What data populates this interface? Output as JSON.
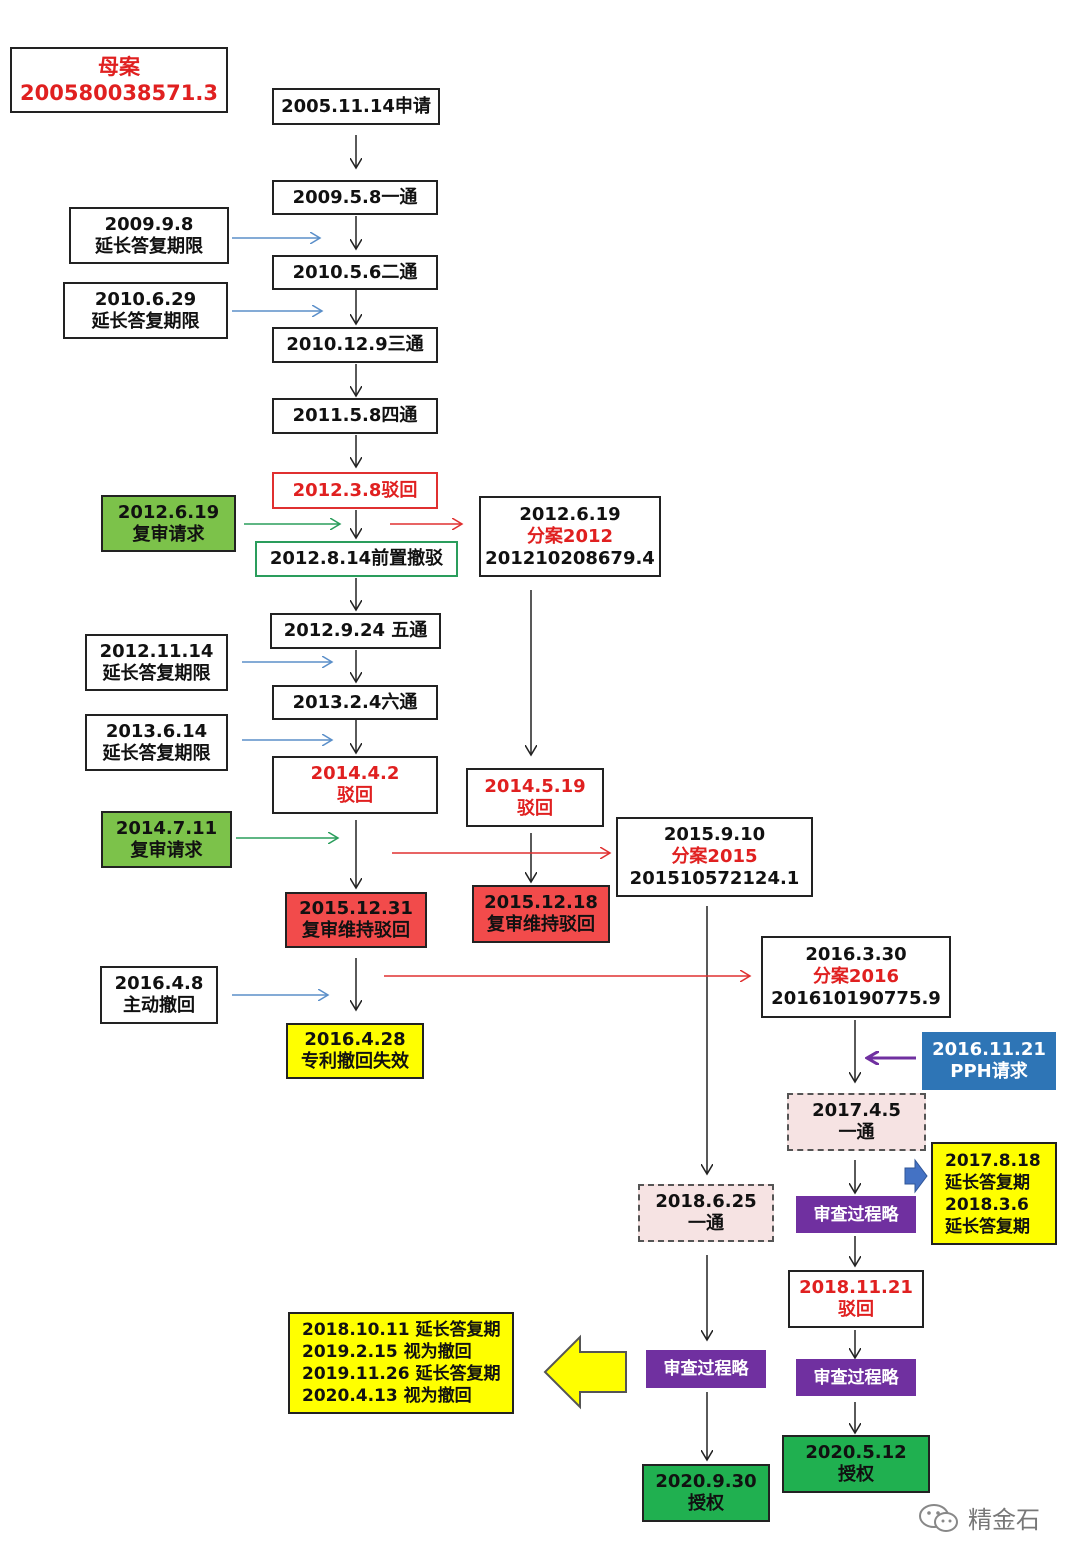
{
  "parent": {
    "label": "母案",
    "number": "200580038571.3"
  },
  "main_chain": [
    "2005.11.14申请",
    "2009.5.8一通",
    "2010.5.6二通",
    "2010.12.9三通",
    "2011.5.8四通",
    "2012.3.8驳回",
    "2012.8.14前置撤驳",
    "2012.9.24 五通",
    "2013.2.4六通"
  ],
  "main_rejection": {
    "date": "2014.4.2",
    "text": "驳回"
  },
  "main_review": {
    "date": "2015.12.31",
    "text": "复审维持驳回"
  },
  "main_end": {
    "date": "2016.4.28",
    "text": "专利撤回失效"
  },
  "side_notes": [
    {
      "date": "2009.9.8",
      "text": "延长答复期限"
    },
    {
      "date": "2010.6.29",
      "text": "延长答复期限"
    },
    {
      "date": "2012.6.19",
      "text": "复审请求"
    },
    {
      "date": "2012.11.14",
      "text": "延长答复期限"
    },
    {
      "date": "2013.6.14",
      "text": "延长答复期限"
    },
    {
      "date": "2014.7.11",
      "text": "复审请求"
    },
    {
      "date": "2016.4.8",
      "text": "主动撤回"
    }
  ],
  "div2012": {
    "date": "2012.6.19",
    "label": "分案2012",
    "number": "201210208679.4"
  },
  "div2012_reject": {
    "date": "2014.5.19",
    "text": "驳回"
  },
  "div2012_review": {
    "date": "2015.12.18",
    "text": "复审维持驳回"
  },
  "div2015": {
    "date": "2015.9.10",
    "label": "分案2015",
    "number": "201510572124.1"
  },
  "div2015_oa": {
    "date": "2018.6.25",
    "text": "一通"
  },
  "div2015_process": "审查过程略",
  "div2015_grant": {
    "date": "2020.9.30",
    "text": "授权"
  },
  "div2015_notes": [
    "2018.10.11 延长答复期",
    "2019.2.15 视为撤回",
    "2019.11.26 延长答复期",
    "2020.4.13 视为撤回"
  ],
  "div2016": {
    "date": "2016.3.30",
    "label": "分案2016",
    "number": "201610190775.9"
  },
  "div2016_pph": {
    "date": "2016.11.21",
    "text": "PPH请求"
  },
  "div2016_oa": {
    "date": "2017.4.5",
    "text": "一通"
  },
  "div2016_ext": [
    "2017.8.18",
    "延长答复期",
    "2018.3.6",
    "延长答复期"
  ],
  "div2016_process1": "审查过程略",
  "div2016_reject": {
    "date": "2018.11.21",
    "text": "驳回"
  },
  "div2016_process2": "审查过程略",
  "div2016_grant": {
    "date": "2020.5.12",
    "text": "授权"
  },
  "watermark": "精金石",
  "colors": {
    "red": "#e02020",
    "blue_arrow": "#5b8fc9",
    "green_arrow": "#2a9d5c",
    "red_arrow": "#e03030",
    "purple": "#7030a0",
    "yellow": "#ffff00"
  }
}
